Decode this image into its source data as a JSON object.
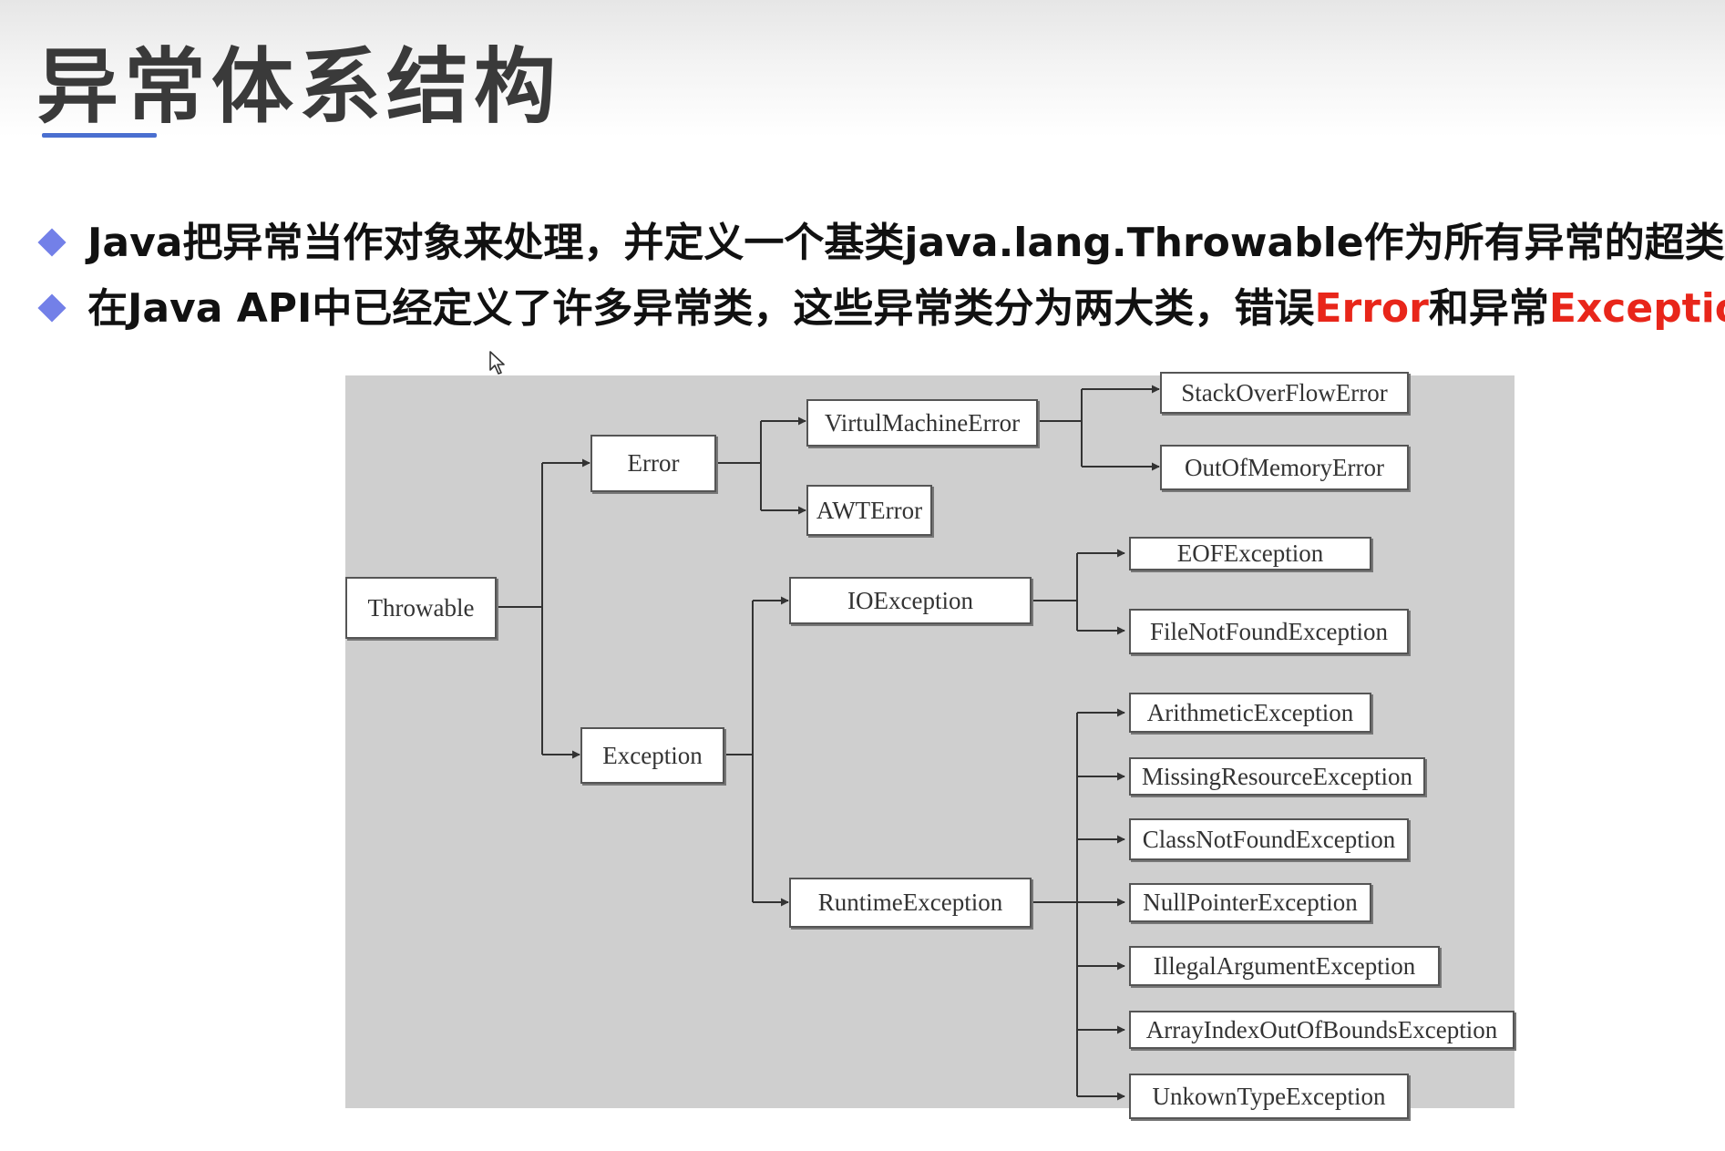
{
  "title": "异常体系结构",
  "bullets": {
    "b1": "Java把异常当作对象来处理，并定义一个基类java.lang.Throwable作为所有异常的超类。",
    "b2_prefix": "在Java API中已经定义了许多异常类，这些异常类分为两大类，错误",
    "b2_error": "Error",
    "b2_mid": "和异常",
    "b2_exception": "Exception",
    "b2_suffix": "。"
  },
  "colors": {
    "accent_red": "#e8261a",
    "bullet_diamond": "#7380e8",
    "underline": "#4a6fd0",
    "diagram_bg": "#cfcfcf"
  },
  "diagram": {
    "nodes": {
      "throwable": "Throwable",
      "error": "Error",
      "exception": "Exception",
      "vm_error": "VirtulMachineError",
      "awt_error": "AWTError",
      "stack_overflow": "StackOverFlowError",
      "out_of_memory": "OutOfMemoryError",
      "io_exception": "IOException",
      "runtime_exception": "RuntimeException",
      "eof_exception": "EOFException",
      "file_not_found": "FileNotFoundException",
      "arithmetic": "ArithmeticException",
      "missing_resource": "MissingResourceException",
      "class_not_found": "ClassNotFoundException",
      "null_pointer": "NullPointerException",
      "illegal_argument": "IllegalArgumentException",
      "array_index": "ArrayIndexOutOfBoundsException",
      "unknown_type": "UnkownTypeException"
    }
  }
}
